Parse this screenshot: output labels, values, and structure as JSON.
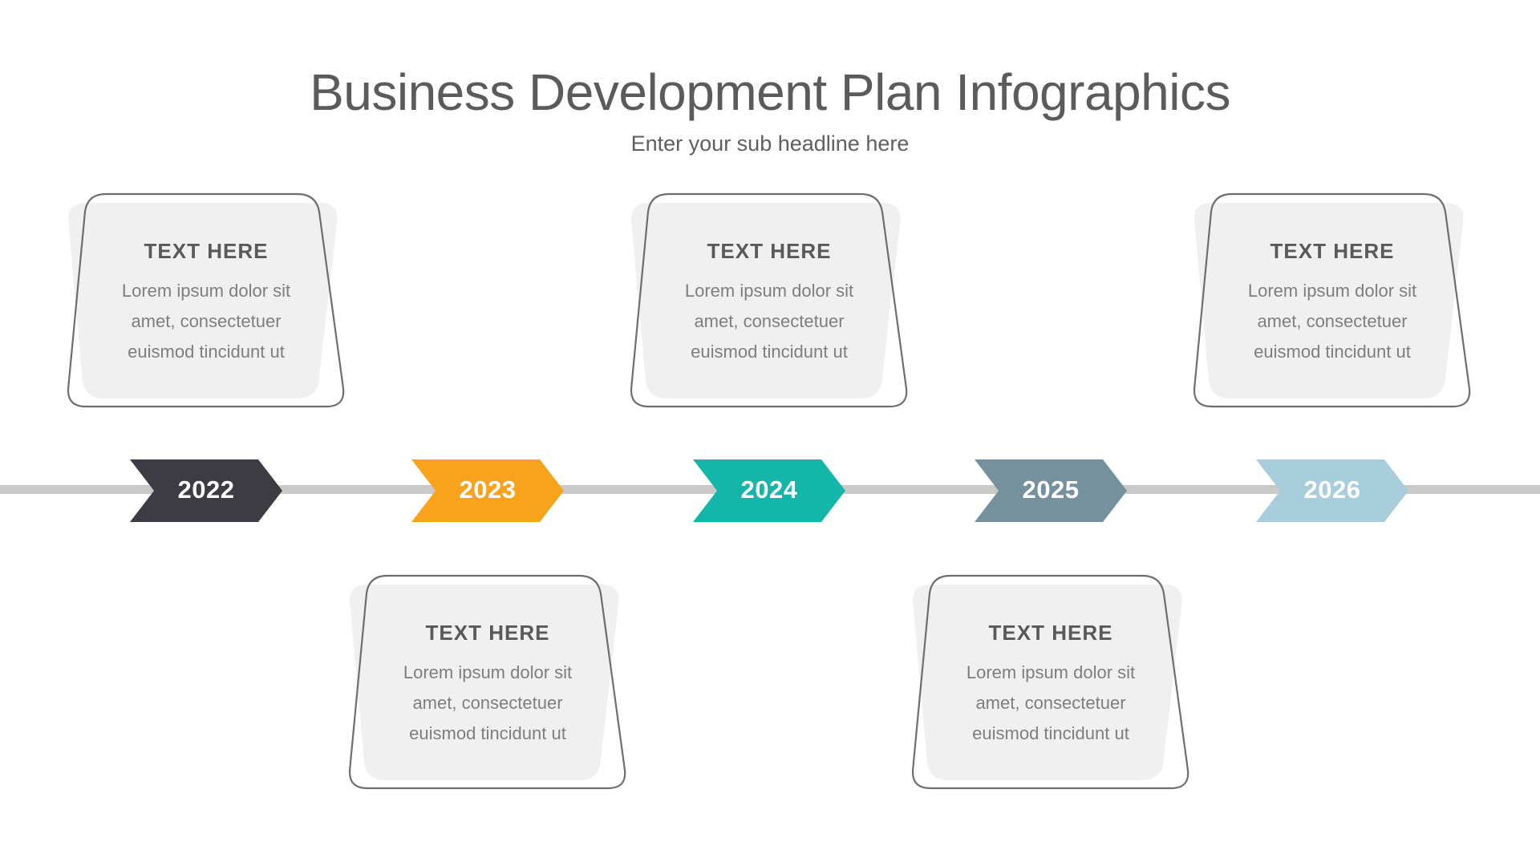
{
  "header": {
    "title": "Business Development Plan Infographics",
    "subtitle": "Enter your sub headline here"
  },
  "timeline": {
    "line_color": "#c9c9c9"
  },
  "milestones": [
    {
      "year": "2022",
      "color": "#3c3c42",
      "card": {
        "title": "TEXT HERE",
        "body_lines": [
          "Lorem ipsum dolor sit",
          "amet, consectetuer",
          "euismod tincidunt ut"
        ]
      }
    },
    {
      "year": "2023",
      "color": "#f9a21b",
      "card": {
        "title": "TEXT HERE",
        "body_lines": [
          "Lorem ipsum dolor sit",
          "amet, consectetuer",
          "euismod tincidunt ut"
        ]
      }
    },
    {
      "year": "2024",
      "color": "#14b6a9",
      "card": {
        "title": "TEXT HERE",
        "body_lines": [
          "Lorem ipsum dolor sit",
          "amet, consectetuer",
          "euismod tincidunt ut"
        ]
      }
    },
    {
      "year": "2025",
      "color": "#75919e",
      "card": {
        "title": "TEXT HERE",
        "body_lines": [
          "Lorem ipsum dolor sit",
          "amet, consectetuer",
          "euismod tincidunt ut"
        ]
      }
    },
    {
      "year": "2026",
      "color": "#a9cedb",
      "card": {
        "title": "TEXT HERE",
        "body_lines": [
          "Lorem ipsum dolor sit",
          "amet, consectetuer",
          "euismod tincidunt ut"
        ]
      }
    }
  ]
}
